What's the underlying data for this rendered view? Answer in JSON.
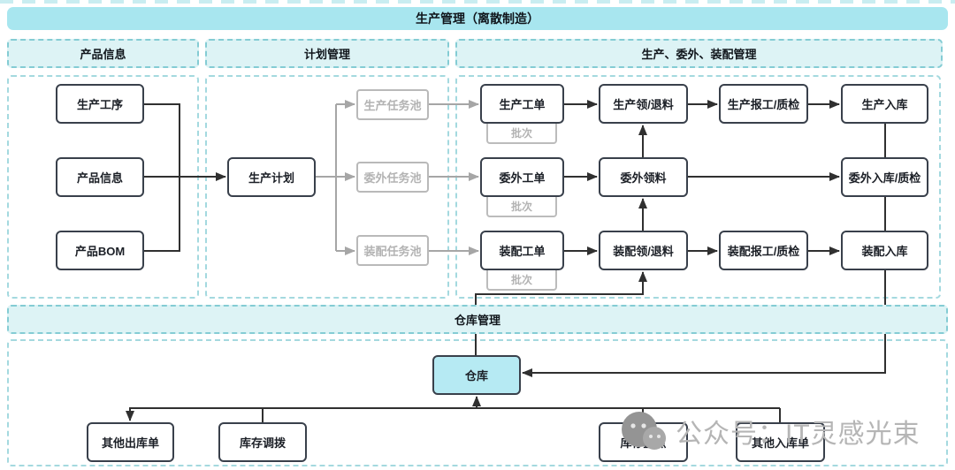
{
  "banner": {
    "title": "生产管理（离散制造）"
  },
  "sections": {
    "product": {
      "title": "产品信息"
    },
    "plan": {
      "title": "计划管理"
    },
    "production": {
      "title": "生产、委外、装配管理"
    },
    "warehouse": {
      "title": "仓库管理"
    }
  },
  "nodes": {
    "prod_process": "生产工序",
    "prod_info": "产品信息",
    "prod_bom": "产品BOM",
    "prod_plan": "生产计划",
    "pool_prod": "生产任务池",
    "pool_outsrc": "委外任务池",
    "pool_asm": "装配任务池",
    "wo_prod": "生产工单",
    "wo_outsrc": "委外工单",
    "wo_asm": "装配工单",
    "batch": "批次",
    "pick_prod": "生产领/退料",
    "pick_outsrc": "委外领料",
    "pick_asm": "装配领/退料",
    "report_prod": "生产报工/质检",
    "report_asm": "装配报工/质检",
    "inbound_prod": "生产入库",
    "inbound_outsrc": "委外入库/质检",
    "inbound_asm": "装配入库",
    "warehouse": "仓库",
    "out_other": "其他出库单",
    "transfer": "库存调拨",
    "stocktake": "库存盘点",
    "in_other": "其他入库单"
  },
  "watermark": {
    "text": "公众号：IT灵感光束",
    "logo": "wechat-icon"
  },
  "colors": {
    "banner_fill": "#a8e6ef",
    "header_fill": "#ddf3f5",
    "header_dash": "#84ccd4",
    "area_dash": "#a4d9df",
    "box_border": "#39404b",
    "warehouse_fill": "#b6eaf3",
    "muted": "#b3b3b3",
    "line": "#303030",
    "line_muted": "#a6a6a6",
    "watermark_text": "#b5b5b5"
  }
}
